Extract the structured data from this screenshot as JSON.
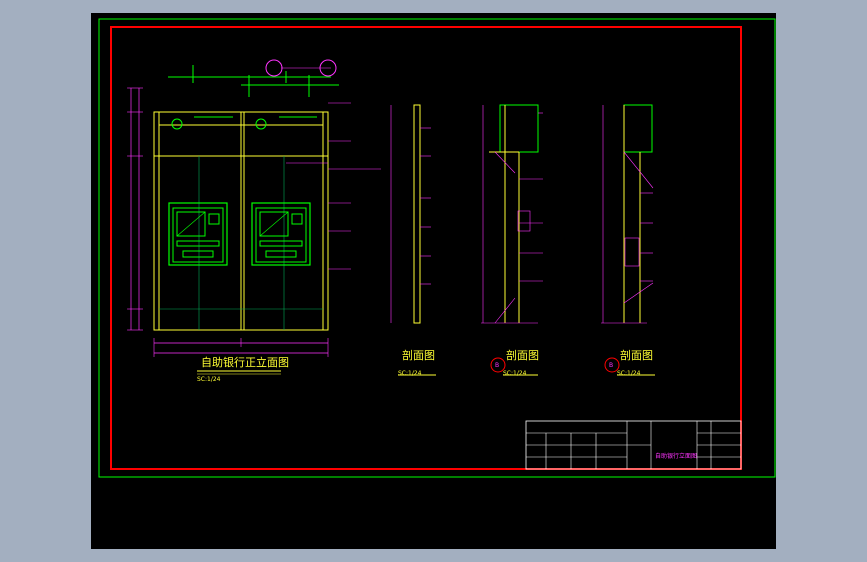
{
  "drawing": {
    "front_view": {
      "title": "自助银行正立面图",
      "scale": "SC:1/24"
    },
    "sections": [
      {
        "title": "剖面图",
        "scale": "SC:1/24",
        "marker": ""
      },
      {
        "title": "剖面图",
        "scale": "SC:1/24",
        "marker": "B"
      },
      {
        "title": "剖面图",
        "scale": "SC:1/24",
        "marker": "B"
      }
    ],
    "title_block": {
      "project_name": "自助银行立面图"
    }
  },
  "colors": {
    "background": "#000000",
    "outer_frame": "#00ff00",
    "inner_frame": "#ff0000",
    "annotation": "#ff33ff",
    "outline": "#ffff33",
    "atm": "#00ff00",
    "construction": "#00ffff"
  }
}
